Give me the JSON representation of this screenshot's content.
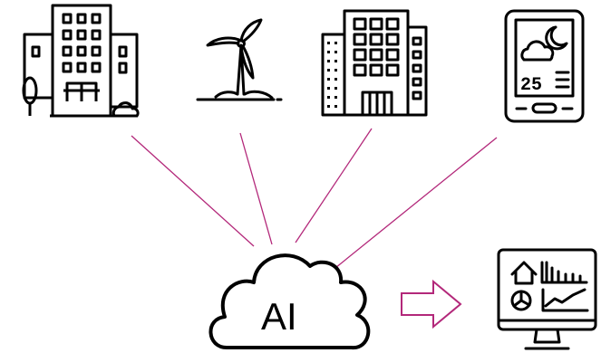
{
  "diagram": {
    "center": {
      "label": "AI",
      "icon": "cloud-icon"
    },
    "sources": [
      {
        "id": "residential-building",
        "icon": "apartment-building-icon"
      },
      {
        "id": "wind-turbine",
        "icon": "wind-turbine-icon"
      },
      {
        "id": "office-building",
        "icon": "office-building-icon"
      },
      {
        "id": "weather-station",
        "icon": "weather-station-icon"
      }
    ],
    "weather_display": {
      "temperature": "25"
    },
    "output": {
      "arrow_icon": "right-arrow-icon",
      "icon": "dashboard-monitor-icon"
    },
    "colors": {
      "connector": "#b3287a",
      "icon_stroke": "#000000"
    }
  }
}
